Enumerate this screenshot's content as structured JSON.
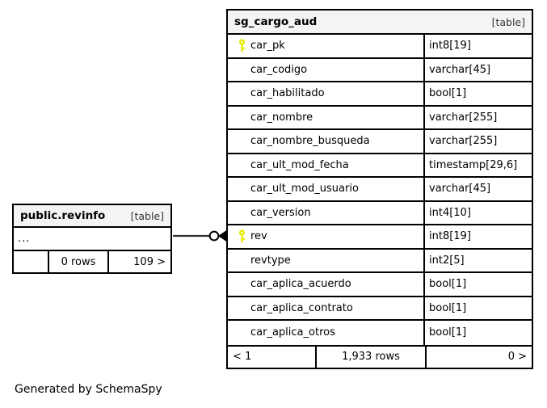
{
  "diagram": {
    "caption": "Generated by SchemaSpy",
    "key_icon_color": "#e8e800",
    "line_color": "#333333",
    "header_bg": "#f4f4f4"
  },
  "main_table": {
    "name": "sg_cargo_aud",
    "kind": "[table]",
    "columns": [
      {
        "name": "car_pk",
        "type": "int8[19]",
        "key": "primary-key-icon"
      },
      {
        "name": "car_codigo",
        "type": "varchar[45]",
        "key": null
      },
      {
        "name": "car_habilitado",
        "type": "bool[1]",
        "key": null
      },
      {
        "name": "car_nombre",
        "type": "varchar[255]",
        "key": null
      },
      {
        "name": "car_nombre_busqueda",
        "type": "varchar[255]",
        "key": null
      },
      {
        "name": "car_ult_mod_fecha",
        "type": "timestamp[29,6]",
        "key": null
      },
      {
        "name": "car_ult_mod_usuario",
        "type": "varchar[45]",
        "key": null
      },
      {
        "name": "car_version",
        "type": "int4[10]",
        "key": null
      },
      {
        "name": "rev",
        "type": "int8[19]",
        "key": "primary-key-icon"
      },
      {
        "name": "revtype",
        "type": "int2[5]",
        "key": null
      },
      {
        "name": "car_aplica_acuerdo",
        "type": "bool[1]",
        "key": null
      },
      {
        "name": "car_aplica_contrato",
        "type": "bool[1]",
        "key": null
      },
      {
        "name": "car_aplica_otros",
        "type": "bool[1]",
        "key": null
      }
    ],
    "footer": {
      "parents": "< 1",
      "rows": "1,933 rows",
      "children": "0 >"
    }
  },
  "related_table": {
    "name": "public.revinfo",
    "kind": "[table]",
    "body_placeholder": "...",
    "footer": {
      "parents": "",
      "rows": "0 rows",
      "children": "109 >"
    }
  }
}
